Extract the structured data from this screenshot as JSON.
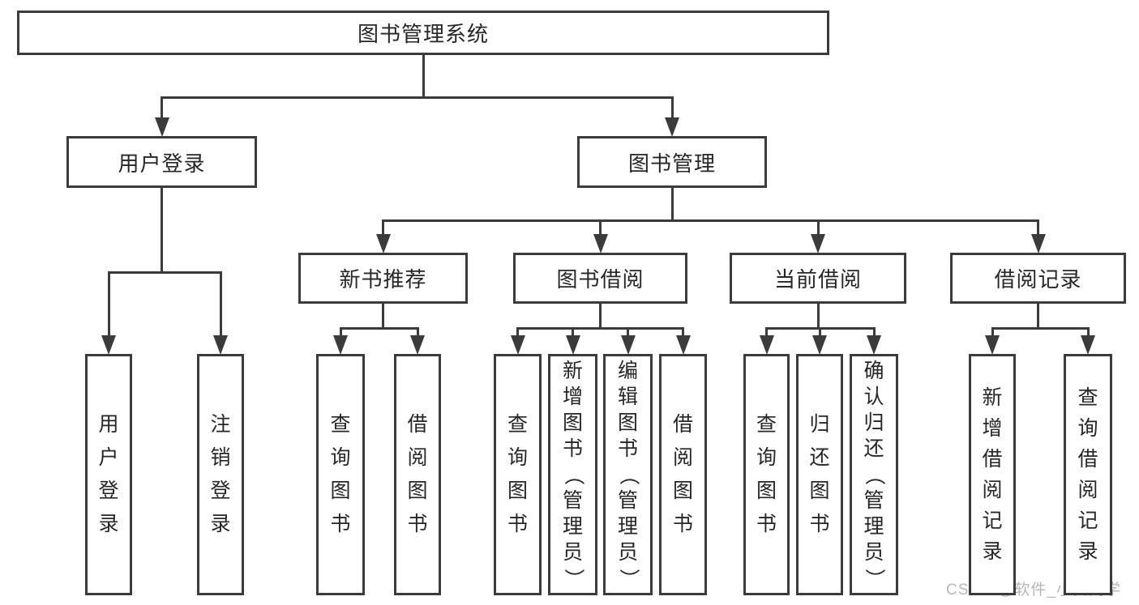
{
  "title": "图书管理系统",
  "watermark": "CSDN @软件_小贺同学",
  "colors": {
    "line": "#3b3b3b",
    "border": "#3b3b3b",
    "text": "#262626",
    "background": "#ffffff",
    "watermark": "#b7b7b7"
  },
  "nodes": {
    "root": {
      "label": "图书管理系统"
    },
    "user_login": {
      "label": "用户登录"
    },
    "book_mgmt": {
      "label": "图书管理"
    },
    "login": {
      "label": "用户登录"
    },
    "logout": {
      "label": "注销登录"
    },
    "new_book_rec": {
      "label": "新书推荐"
    },
    "book_borrow": {
      "label": "图书借阅"
    },
    "current_borrow": {
      "label": "当前借阅"
    },
    "borrow_records": {
      "label": "借阅记录"
    },
    "rec_query": {
      "label": "查询图书"
    },
    "rec_borrow": {
      "label": "借阅图书"
    },
    "bb_query": {
      "label": "查询图书"
    },
    "bb_add": {
      "label": "新增图书（管理员）"
    },
    "bb_edit": {
      "label": "编辑图书（管理员）"
    },
    "bb_borrow": {
      "label": "借阅图书"
    },
    "cb_query": {
      "label": "查询图书"
    },
    "cb_return": {
      "label": "归还图书"
    },
    "cb_confirm": {
      "label": "确认归还（管理员）"
    },
    "br_add": {
      "label": "新增借阅记录"
    },
    "br_query": {
      "label": "查询借阅记录"
    }
  },
  "tree": {
    "root": [
      "user_login",
      "book_mgmt"
    ],
    "user_login": [
      "login",
      "logout"
    ],
    "book_mgmt": [
      "new_book_rec",
      "book_borrow",
      "current_borrow",
      "borrow_records"
    ],
    "new_book_rec": [
      "rec_query",
      "rec_borrow"
    ],
    "book_borrow": [
      "bb_query",
      "bb_add",
      "bb_edit",
      "bb_borrow"
    ],
    "current_borrow": [
      "cb_query",
      "cb_return",
      "cb_confirm"
    ],
    "borrow_records": [
      "br_add",
      "br_query"
    ]
  }
}
